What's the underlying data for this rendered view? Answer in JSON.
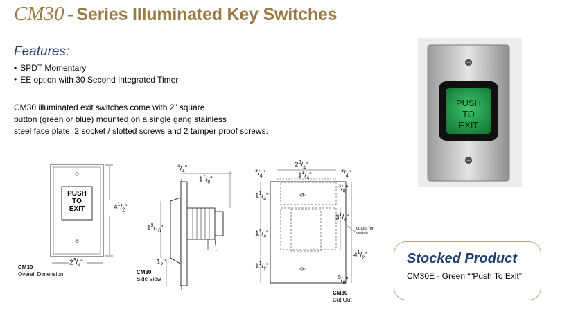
{
  "title": {
    "model": "CM30",
    "dash": "-",
    "series": "Series Illuminated Key Switches"
  },
  "features": {
    "heading": "Features:",
    "items": [
      "SPDT Momentary",
      "EE option with 30 Second Integrated Timer"
    ]
  },
  "description": [
    "CM30 illuminated exit switches come with 2” square",
    "button (green or blue) mounted on a single gang stainless",
    "steel face plate, 2 socket / slotted screws and 2 tamper proof screws."
  ],
  "photo": {
    "button_lines": [
      "PUSH",
      "TO",
      "EXIT"
    ],
    "colors": {
      "plate": "#c9c9c9",
      "bezel": "#101010",
      "button": "#1f9a4a"
    }
  },
  "diagram_front": {
    "button_lines": [
      "PUSH",
      "TO",
      "EXIT"
    ],
    "height_whole": "4",
    "height_num": "1",
    "height_den": "2",
    "width_whole": "2",
    "width_num": "3",
    "width_den": "4",
    "caption_model": "CM30",
    "caption": "Overall Dimension"
  },
  "diagram_side": {
    "top_whole": "",
    "top_num": "1",
    "top_den": "4",
    "depth_whole": "1",
    "depth_num": "7",
    "depth_den": "8",
    "body_whole": "1",
    "body_num": "9",
    "body_den": "16",
    "bottom_whole": "1",
    "bottom_num": "",
    "bottom_den": "2",
    "caption_model": "CM30",
    "caption": "Side View"
  },
  "diagram_cutout": {
    "overall_whole": "2",
    "overall_num": "3",
    "overall_den": "4",
    "left_whole": "",
    "left_num": "3",
    "left_den": "4",
    "mid_whole": "1",
    "mid_num": "1",
    "mid_den": "4",
    "right_whole": "",
    "right_num": "3",
    "right_den": "4",
    "v1_whole": "1",
    "v1_num": "1",
    "v1_den": "4",
    "v2_whole": "1",
    "v2_num": "3",
    "v2_den": "4",
    "v3_whole": "1",
    "v3_num": "1",
    "v3_den": "2",
    "r1_whole": "",
    "r1_num": "3",
    "r1_den": "8",
    "r2_whole": "3",
    "r2_num": "1",
    "r2_den": "4",
    "r3_whole": "4",
    "r3_num": "1",
    "r3_den": "2",
    "r4_whole": "",
    "r4_num": "5",
    "r4_den": "8",
    "annotation": "cutout for switch",
    "caption_model": "CM30",
    "caption": "Cut Out"
  },
  "stocked": {
    "heading": "Stocked Product",
    "text": "CM30E - Green ““Push To Exit”"
  }
}
